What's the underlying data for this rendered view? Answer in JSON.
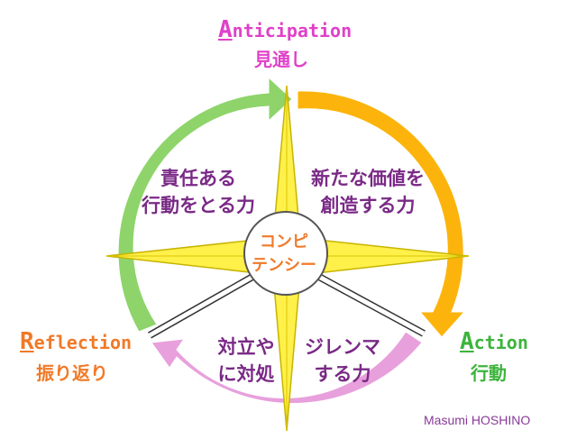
{
  "labels": {
    "anticipation": {
      "cap": "A",
      "rest": "nticipation",
      "ja": "見通し"
    },
    "action": {
      "cap": "A",
      "rest": "ction",
      "ja": "行動"
    },
    "reflection": {
      "cap": "R",
      "rest": "eflection",
      "ja": "振り返り"
    }
  },
  "quadrants": {
    "top_left": [
      "責任ある",
      "行動をとる力"
    ],
    "top_right": [
      "新たな価値を",
      "創造する力"
    ],
    "bottom_left": [
      "対立や",
      "に対処"
    ],
    "bottom_right": [
      "ジレンマ",
      "する力"
    ]
  },
  "center": [
    "コンピ",
    "テンシー"
  ],
  "author": "Masumi HOSHINO",
  "colors": {
    "anticipation_arrow": "#fcb40c",
    "action_arrow": "#e8a0dc",
    "reflection_arrow": "#8ed46a",
    "anticipation_text": "#e040c8",
    "action_text": "#3cb43c",
    "reflection_text": "#f07a28",
    "quadrant_text": "#7a2a86",
    "star_fill": "#fff04a",
    "star_stroke": "#c8b400"
  }
}
